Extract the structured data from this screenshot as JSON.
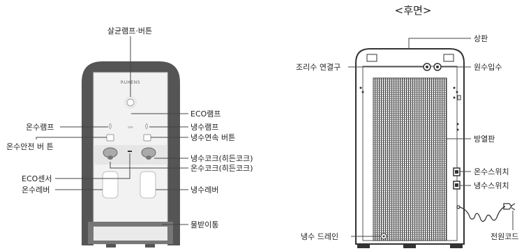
{
  "title": "<후면>",
  "front": {
    "brand": "RUHENS",
    "labels": {
      "sterilize_button": "살균램프·버튼",
      "eco_lamp": "ECO램프",
      "hot_lamp": "온수램프",
      "cold_lamp": "냉수램프",
      "hot_safety_button": "온수안전 버 튼",
      "cold_continuous_button": "냉수연속 버튼",
      "cold_cock": "냉수코크(히든코크)",
      "hot_cock": "온수코크(히든코크)",
      "eco_sensor": "ECO센서",
      "hot_lever": "온수레버",
      "cold_lever": "냉수레버",
      "drip_tray": "물받이통"
    }
  },
  "back": {
    "labels": {
      "top_panel": "상판",
      "cooking_water_port": "조리수 연결구",
      "raw_water_inlet": "원수입수",
      "heat_sink": "방열판",
      "hot_switch": "온수스위치",
      "cold_switch": "냉수스위치",
      "power_cord": "전원코드",
      "cold_drain": "냉수 드레인"
    }
  },
  "colors": {
    "body": "#555555",
    "panel": "#f2f2f2",
    "line": "#444444"
  }
}
